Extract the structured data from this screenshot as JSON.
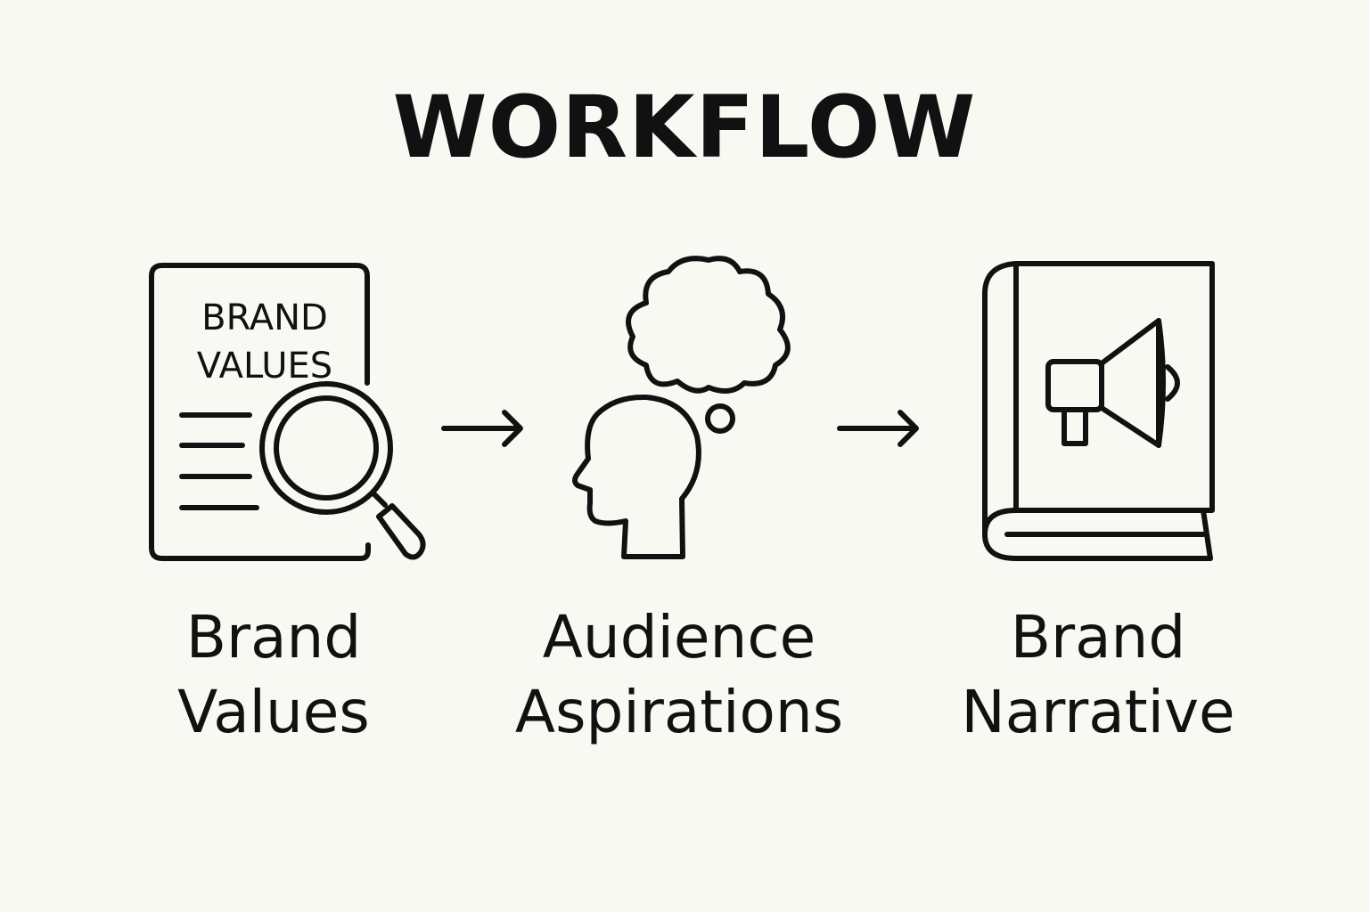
{
  "title": "WORKFLOW",
  "steps": [
    {
      "icon": "document-magnifier-icon",
      "icon_text_line1": "BRAND",
      "icon_text_line2": "VALUES",
      "label_line1": "Brand",
      "label_line2": "Values"
    },
    {
      "icon": "head-thought-bubble-icon",
      "label_line1": "Audience",
      "label_line2": "Aspirations"
    },
    {
      "icon": "book-megaphone-icon",
      "label_line1": "Brand",
      "label_line2": "Narrative"
    }
  ],
  "colors": {
    "background": "#f9f9f4",
    "ink": "#111111"
  }
}
